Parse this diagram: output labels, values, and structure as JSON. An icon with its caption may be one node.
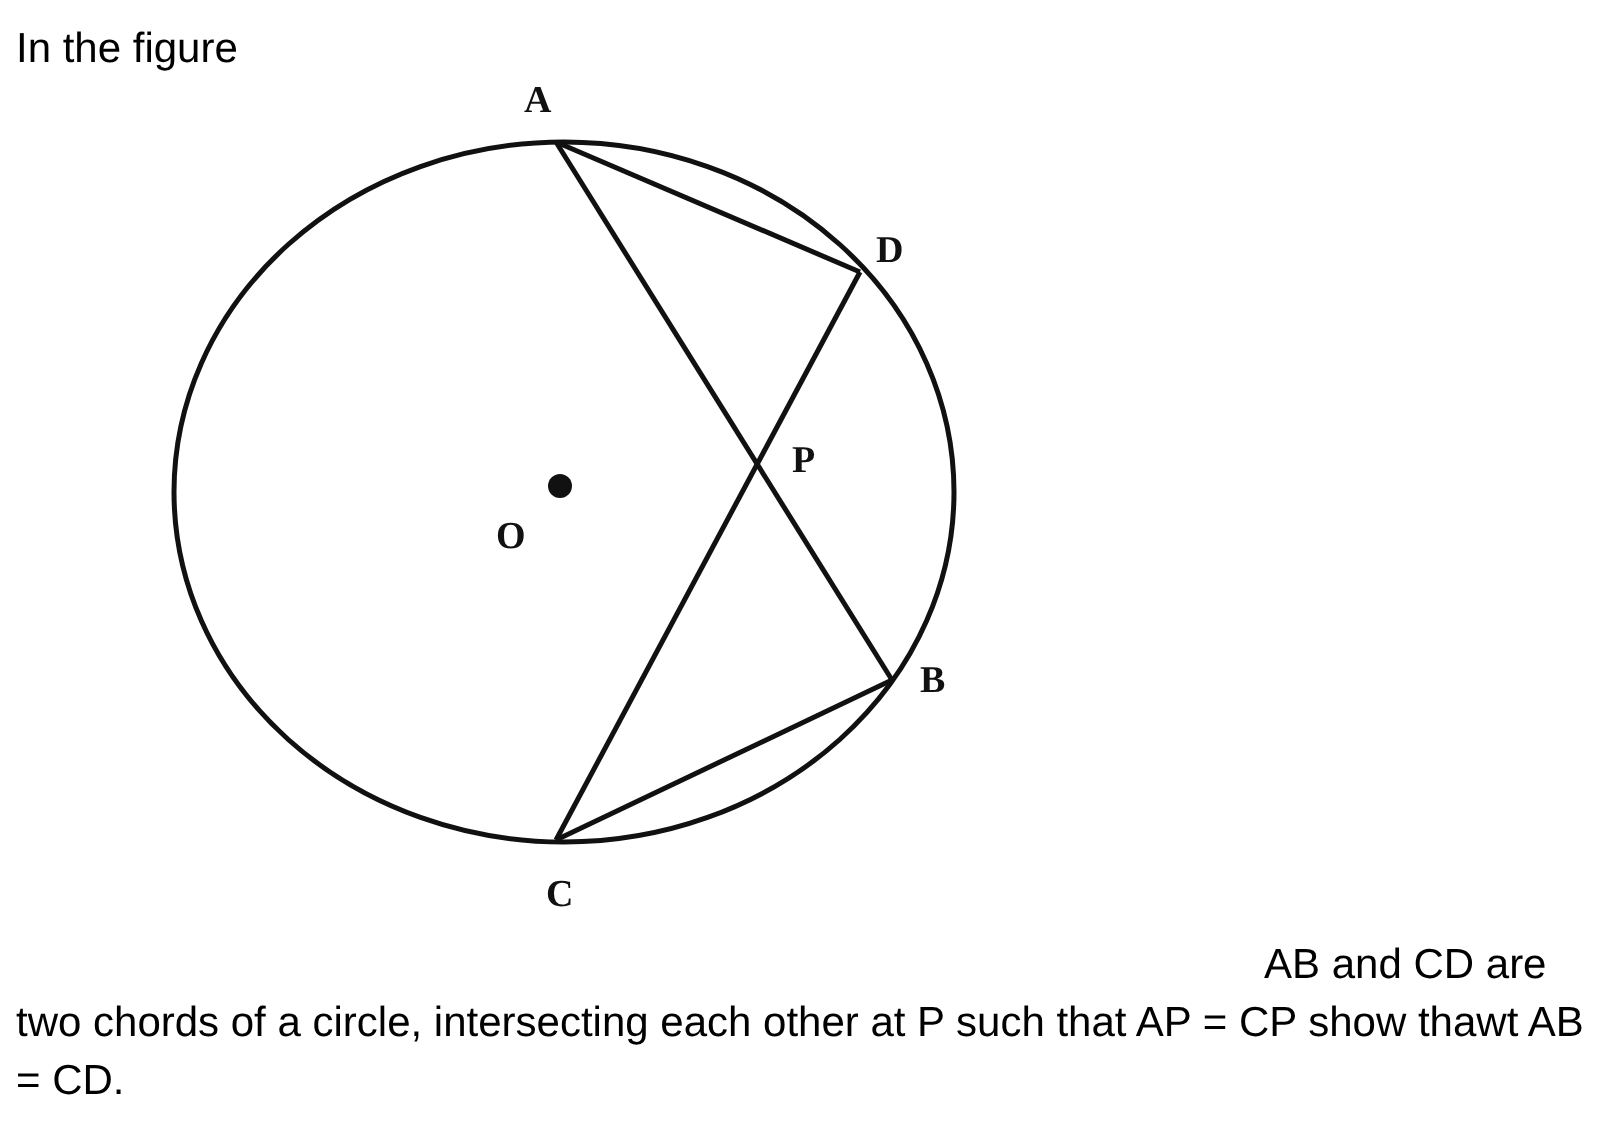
{
  "diagram": {
    "labels": [
      "In the figure",
      "A",
      "D",
      "P",
      "O",
      "B",
      "C",
      "AB and CD are two chords of a circle, intersecting each other at P such that AP = CP show thawt AB = CD."
    ]
  }
}
